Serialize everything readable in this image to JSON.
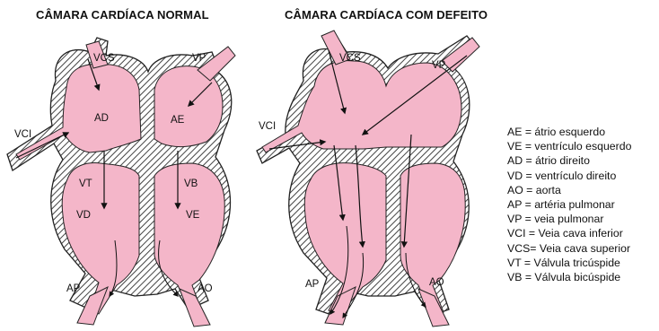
{
  "titles": {
    "normal": "CÂMARA CARDÍACA NORMAL",
    "defect": "CÂMARA CARDÍACA COM DEFEITO"
  },
  "normal_labels": {
    "vcs": "VCS",
    "vp": "VP",
    "vci": "VCI",
    "ad": "AD",
    "ae": "AE",
    "vt": "VT",
    "vb": "VB",
    "vd": "VD",
    "ve": "VE",
    "ap": "AP",
    "ao": "AO"
  },
  "defect_labels": {
    "vcs": "VCS",
    "vp": "VP",
    "vci": "VCI",
    "ap": "AP",
    "ao": "AO"
  },
  "legend": [
    "AE = átrio esquerdo",
    "VE = ventrículo esquerdo",
    "AD = átrio direito",
    "VD = ventrículo direito",
    "AO = aorta",
    "AP = artéria pulmonar",
    "VP = veia pulmonar",
    "VCI = Veia cava inferior",
    "VCS= Veia cava superior",
    "VT = Válvula tricúspide",
    "VB = Válvula bicúspide"
  ],
  "colors": {
    "chamber_fill": "#f4b6c9",
    "wall_hatch": "#444444",
    "outline": "#222222"
  }
}
